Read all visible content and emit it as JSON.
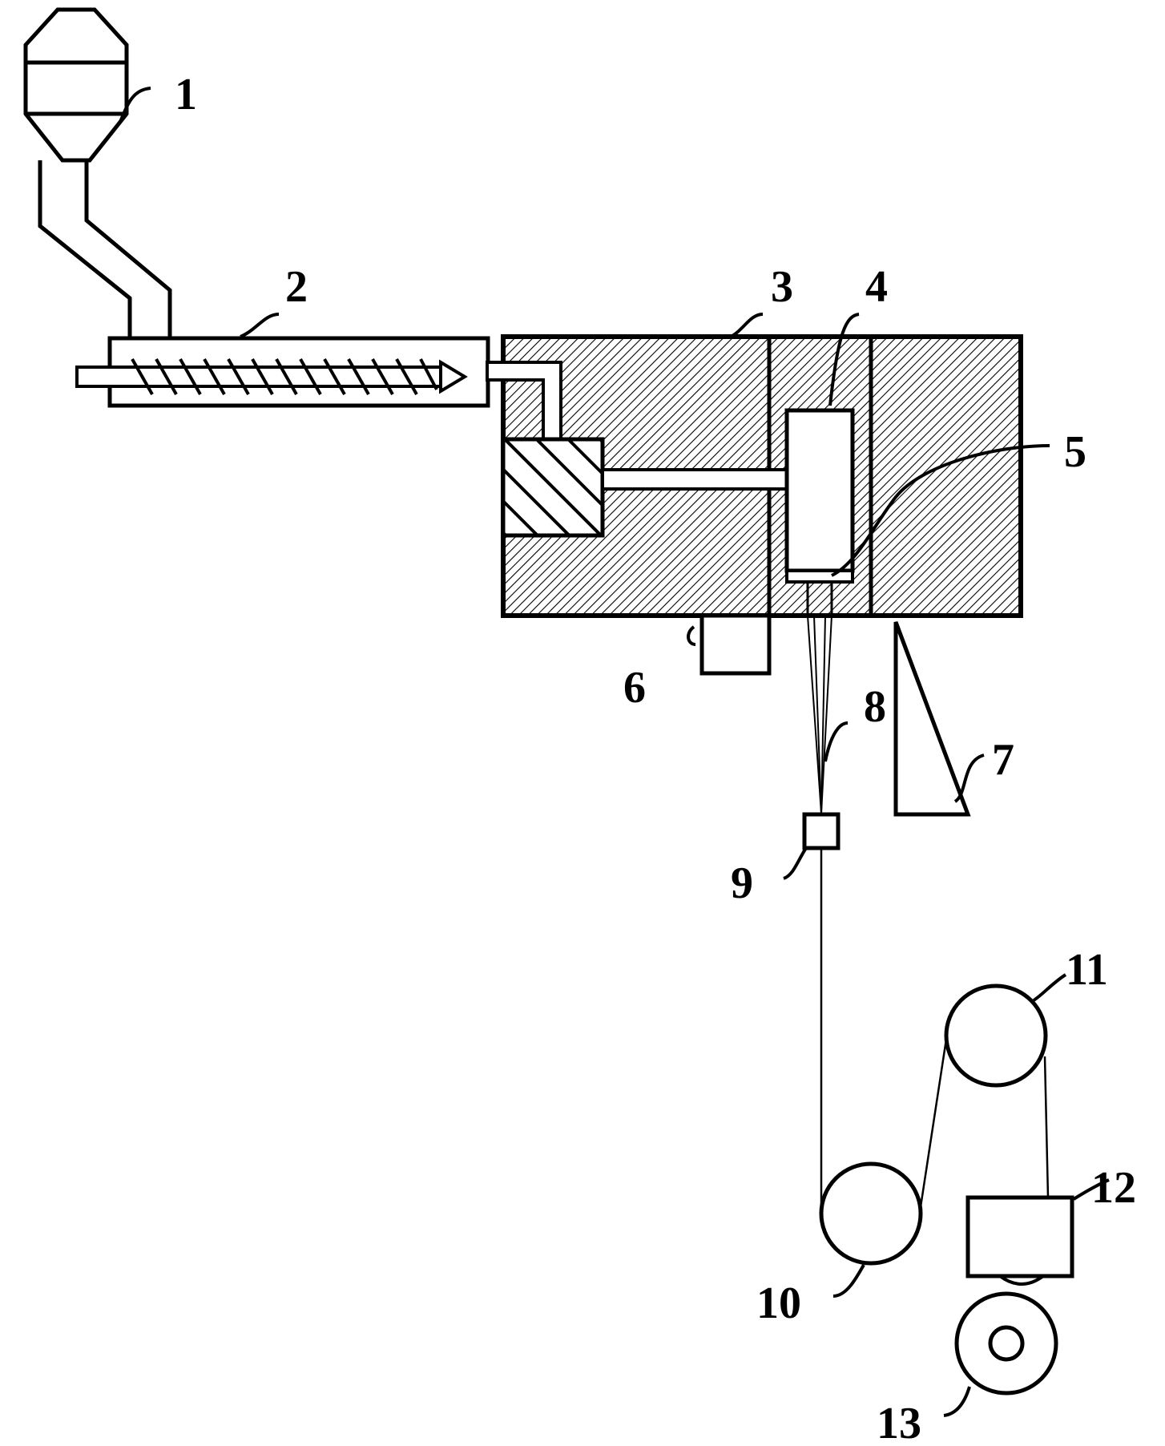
{
  "labels": {
    "n1": "1",
    "n2": "2",
    "n3": "3",
    "n4": "4",
    "n5": "5",
    "n6": "6",
    "n7": "7",
    "n8": "8",
    "n9": "9",
    "n10": "10",
    "n11": "11",
    "n12": "12",
    "n13": "13"
  },
  "colors": {
    "ink": "#000000",
    "paper": "#ffffff"
  }
}
